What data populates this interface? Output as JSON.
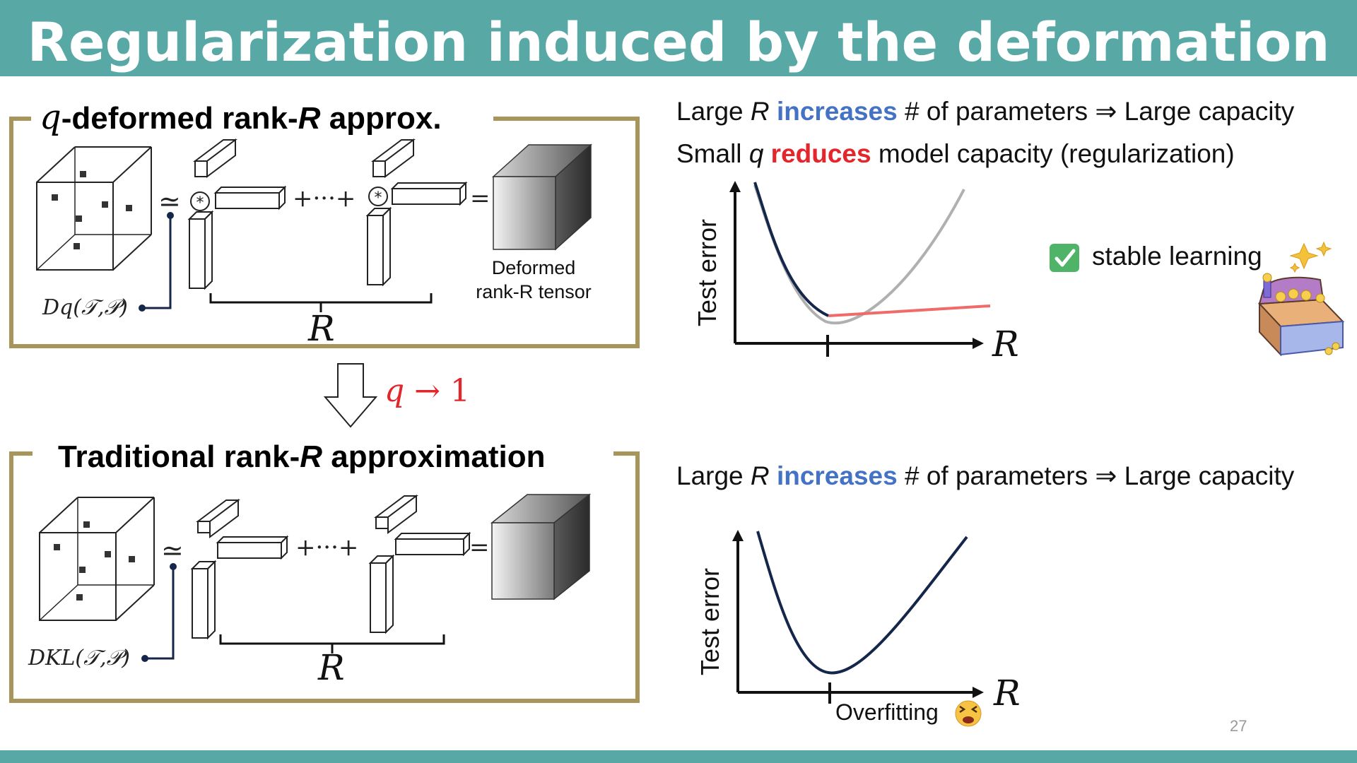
{
  "slide": {
    "title": "Regularization induced by the deformation",
    "page_number": "27"
  },
  "top_section": {
    "title_q": "q",
    "title_prefix": "-deformed rank-",
    "title_r": "R",
    "title_suffix": " approx.",
    "divergence_label": "Dq(𝒯,𝒫)",
    "deformed_tensor_line1": "Deformed",
    "deformed_tensor_line2": "rank-R tensor",
    "sum_label": "R"
  },
  "limit_arrow": {
    "label_q": "q",
    "label_rest": " → 1"
  },
  "bottom_section": {
    "title_prefix": "Traditional rank-",
    "title_r": "R",
    "title_suffix": " approximation",
    "divergence_label": "DKL(𝒯,𝒫)",
    "sum_label": "R"
  },
  "right_top": {
    "line1": {
      "pre": "Large ",
      "var": "R",
      "mid": " ",
      "highlight": "increases",
      "post": " # of parameters ⇒ Large capacity"
    },
    "line2": {
      "pre": "Small ",
      "var": "q",
      "mid": " ",
      "highlight": "reduces",
      "post": " model capacity (regularization)"
    },
    "ylabel": "Test error",
    "xlabel": "R",
    "badge_text": "stable learning"
  },
  "right_bottom": {
    "line1": {
      "pre": "Large ",
      "var": "R",
      "mid": " ",
      "highlight": "increases",
      "post": " # of parameters ⇒ Large capacity"
    },
    "ylabel": "Test error",
    "xlabel": "R",
    "tick_label": "Overfitting"
  },
  "colors": {
    "teal": "#58a8a6",
    "blue_highlight": "#4472c4",
    "red_highlight": "#e3262b",
    "frame_gold": "#a8955a",
    "curve_navy": "#14264a",
    "curve_gray": "#b0b0b0",
    "curve_red": "#f06a6a"
  },
  "icons": [
    "check-box-icon",
    "sparkles-icon",
    "treasure-chest-icon",
    "tired-face-icon"
  ]
}
